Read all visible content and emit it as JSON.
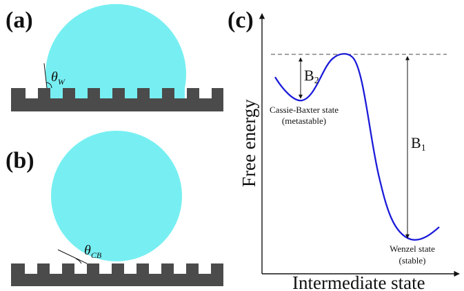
{
  "colors": {
    "droplet": "#77eff2",
    "substrate": "#4b4b4b",
    "curve": "#1b1bd9",
    "axis": "#111111"
  },
  "panels": {
    "a": {
      "label": "(a)",
      "angle_symbol": "θ",
      "angle_subscript": "W"
    },
    "b": {
      "label": "(b)",
      "angle_symbol": "θ",
      "angle_subscript": "CB"
    },
    "c": {
      "label": "(c)",
      "y_axis_title": "Free energy",
      "x_axis_title": "Intermediate state",
      "barrier_small": {
        "symbol": "B",
        "subscript": "2"
      },
      "barrier_large": {
        "symbol": "B",
        "subscript": "1"
      },
      "state_metastable": {
        "name": "Cassie-Baxter state",
        "note": "(metastable)"
      },
      "state_stable": {
        "name": "Wenzel state",
        "note": "(stable)"
      }
    }
  }
}
